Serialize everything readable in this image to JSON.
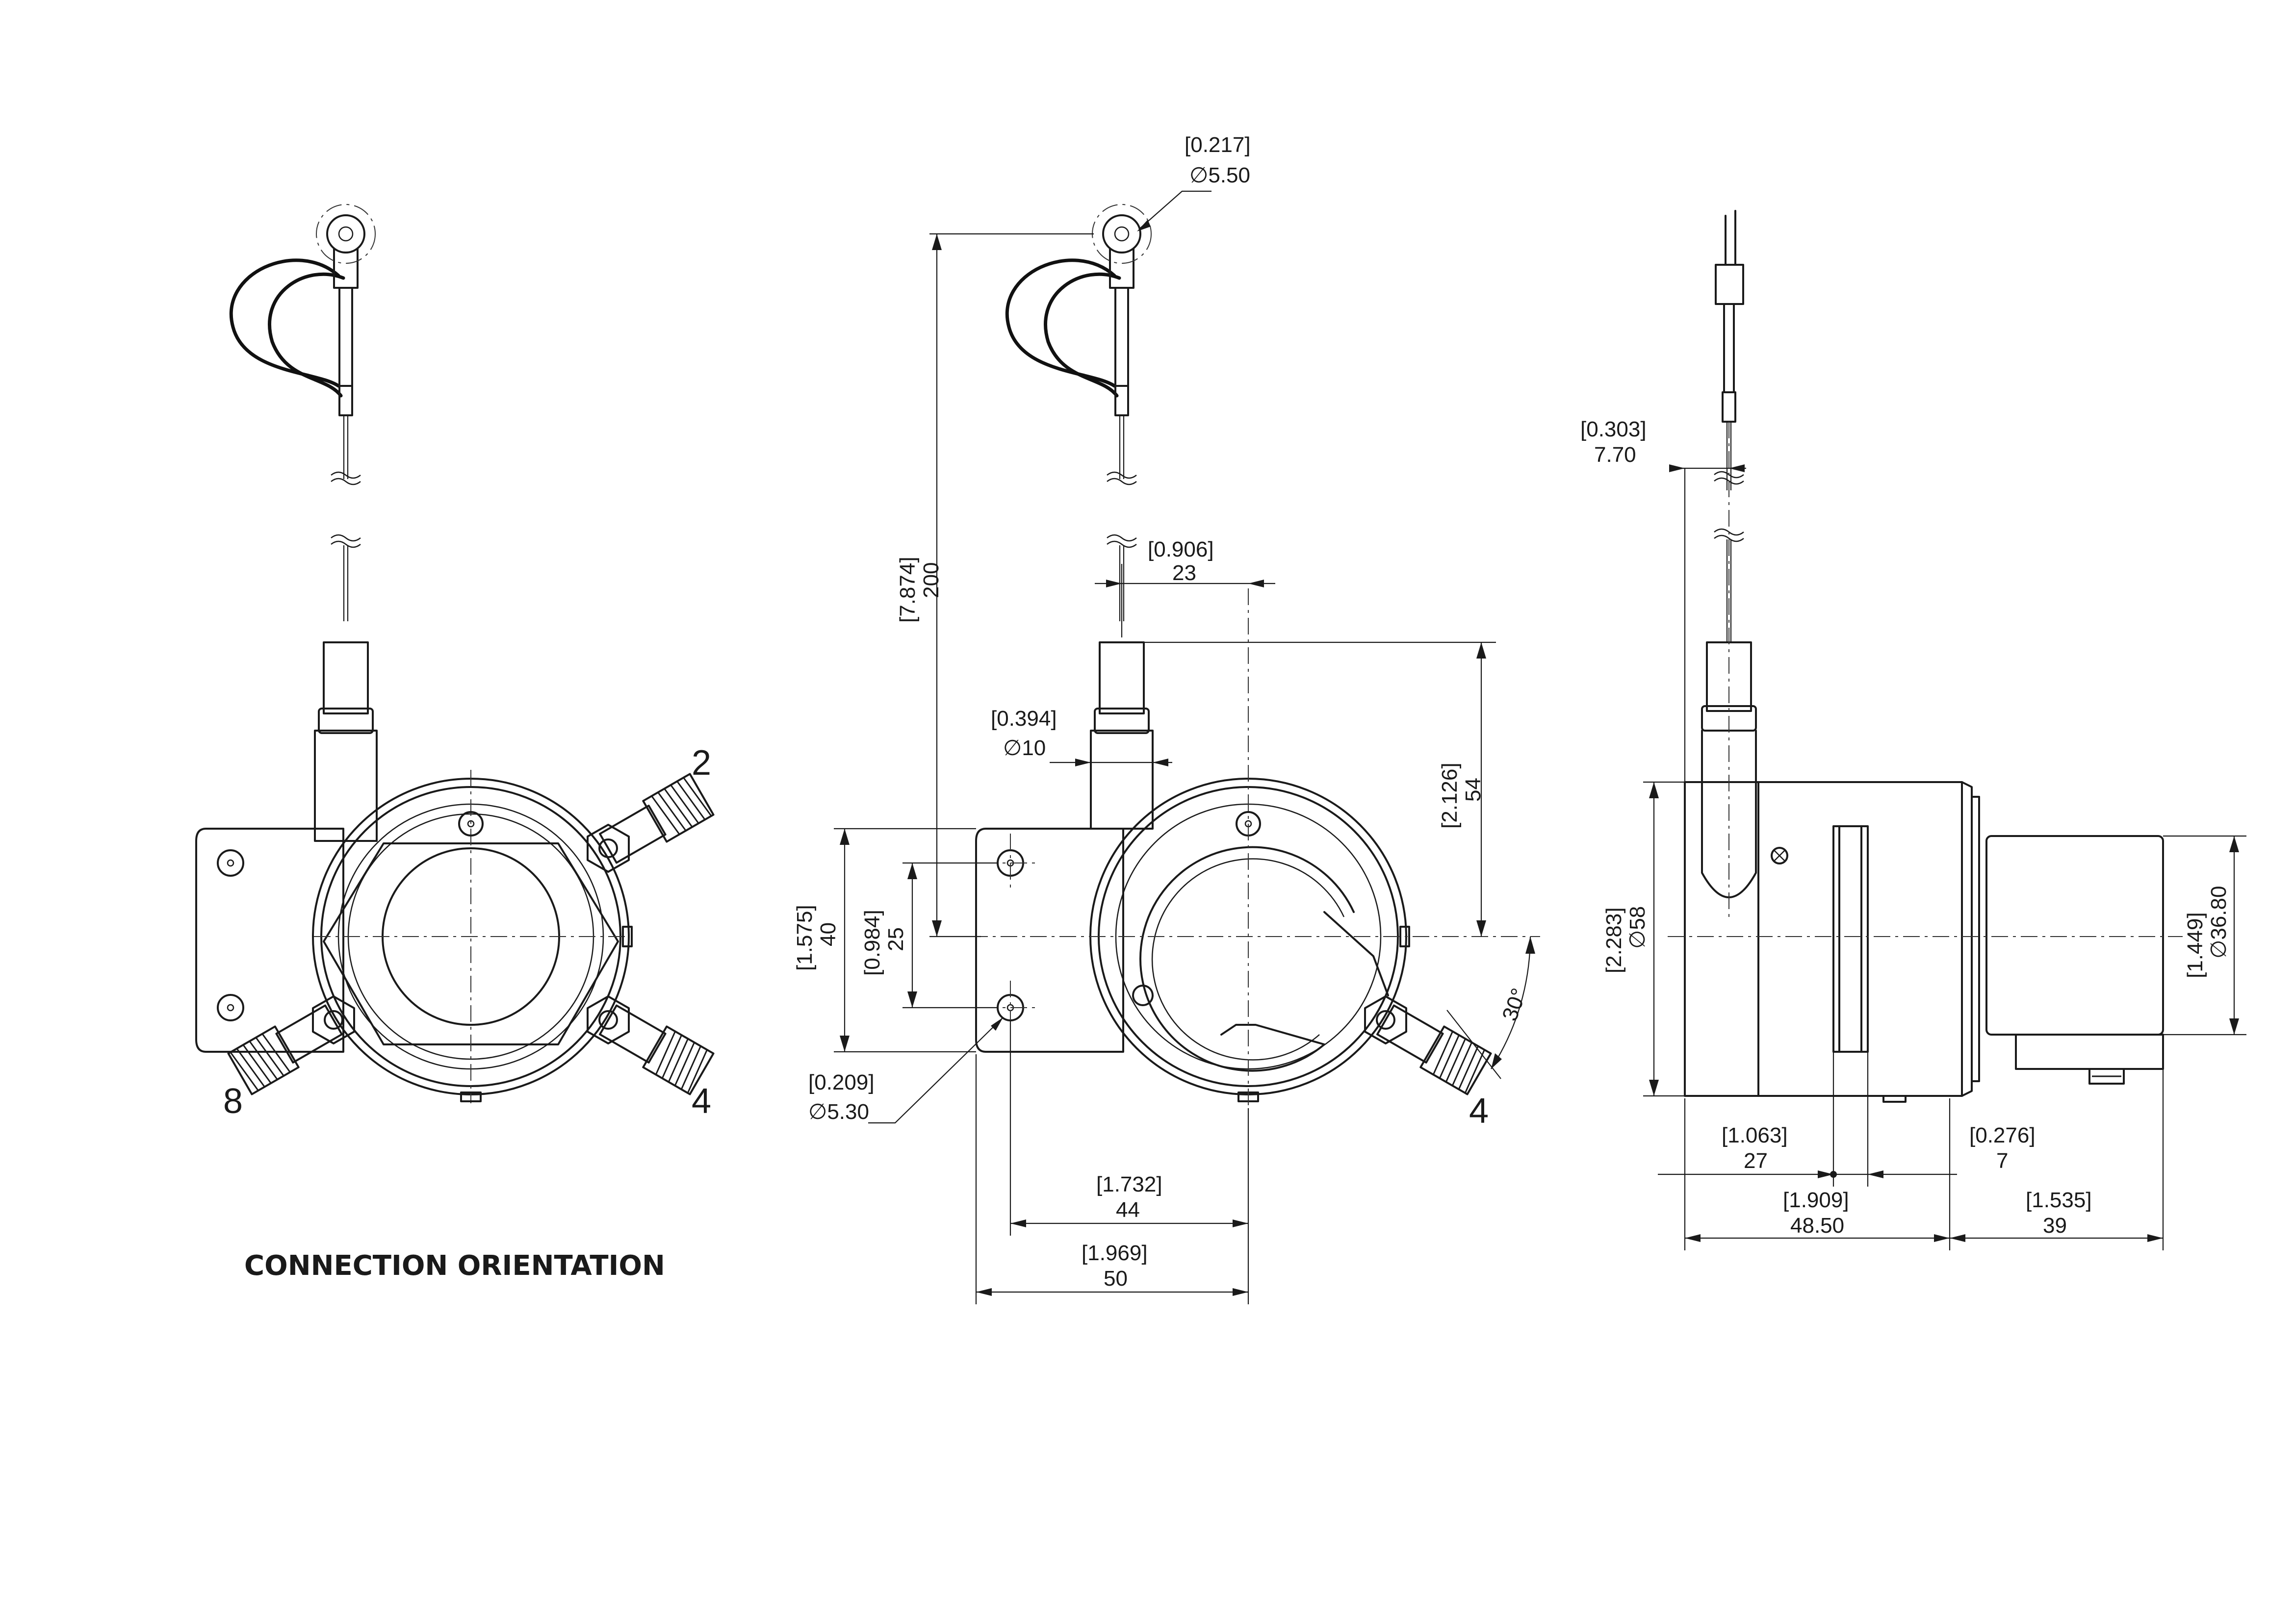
{
  "labels": {
    "connection_orientation": "CONNECTION ORIENTATION",
    "conn_num_2": "2",
    "conn_num_4_left": "4",
    "conn_num_8": "8",
    "conn_num_4_front": "4"
  },
  "dimensions": {
    "ring_inch": "[0.217]",
    "ring_mm": "∅5.50",
    "cable_len_inch": "[7.874]",
    "cable_len_mm": "200",
    "cable_offset_inch": "[0.906]",
    "cable_offset_mm": "23",
    "sleeve_dia_inch": "[0.394]",
    "sleeve_dia_mm": "∅10",
    "height54_inch": "[2.126]",
    "height54_mm": "54",
    "bracket_h_inch": "[1.575]",
    "bracket_h_mm": "40",
    "hole_pitch_inch": "[0.984]",
    "hole_pitch_mm": "25",
    "hole_dia_inch": "[0.209]",
    "hole_dia_mm": "∅5.30",
    "width44_inch": "[1.732]",
    "width44_mm": "44",
    "width50_inch": "[1.969]",
    "width50_mm": "50",
    "angle": "30°",
    "side_off_inch": "[0.303]",
    "side_off_mm": "7.70",
    "body_dia_inch": "[2.283]",
    "body_dia_mm": "∅58",
    "conn_dia_inch": "[1.449]",
    "conn_dia_mm": "∅36.80",
    "depth27_inch": "[1.063]",
    "depth27_mm": "27",
    "depth7_inch": "[0.276]",
    "depth7_mm": "7",
    "depth4850_inch": "[1.909]",
    "depth4850_mm": "48.50",
    "depth39_inch": "[1.535]",
    "depth39_mm": "39"
  }
}
